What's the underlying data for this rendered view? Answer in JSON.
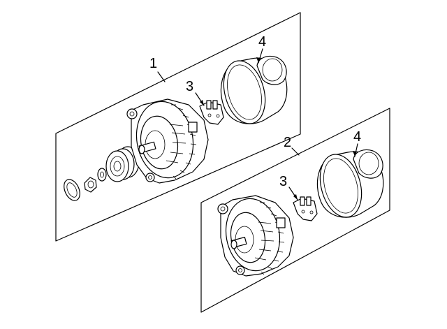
{
  "diagram": {
    "callouts": [
      {
        "id": "assembly-1",
        "label": "1"
      },
      {
        "id": "assembly-2",
        "label": "2"
      },
      {
        "id": "regulator-upper",
        "label": "3"
      },
      {
        "id": "regulator-lower",
        "label": "3"
      },
      {
        "id": "cover-upper",
        "label": "4"
      },
      {
        "id": "cover-lower",
        "label": "4"
      }
    ]
  }
}
